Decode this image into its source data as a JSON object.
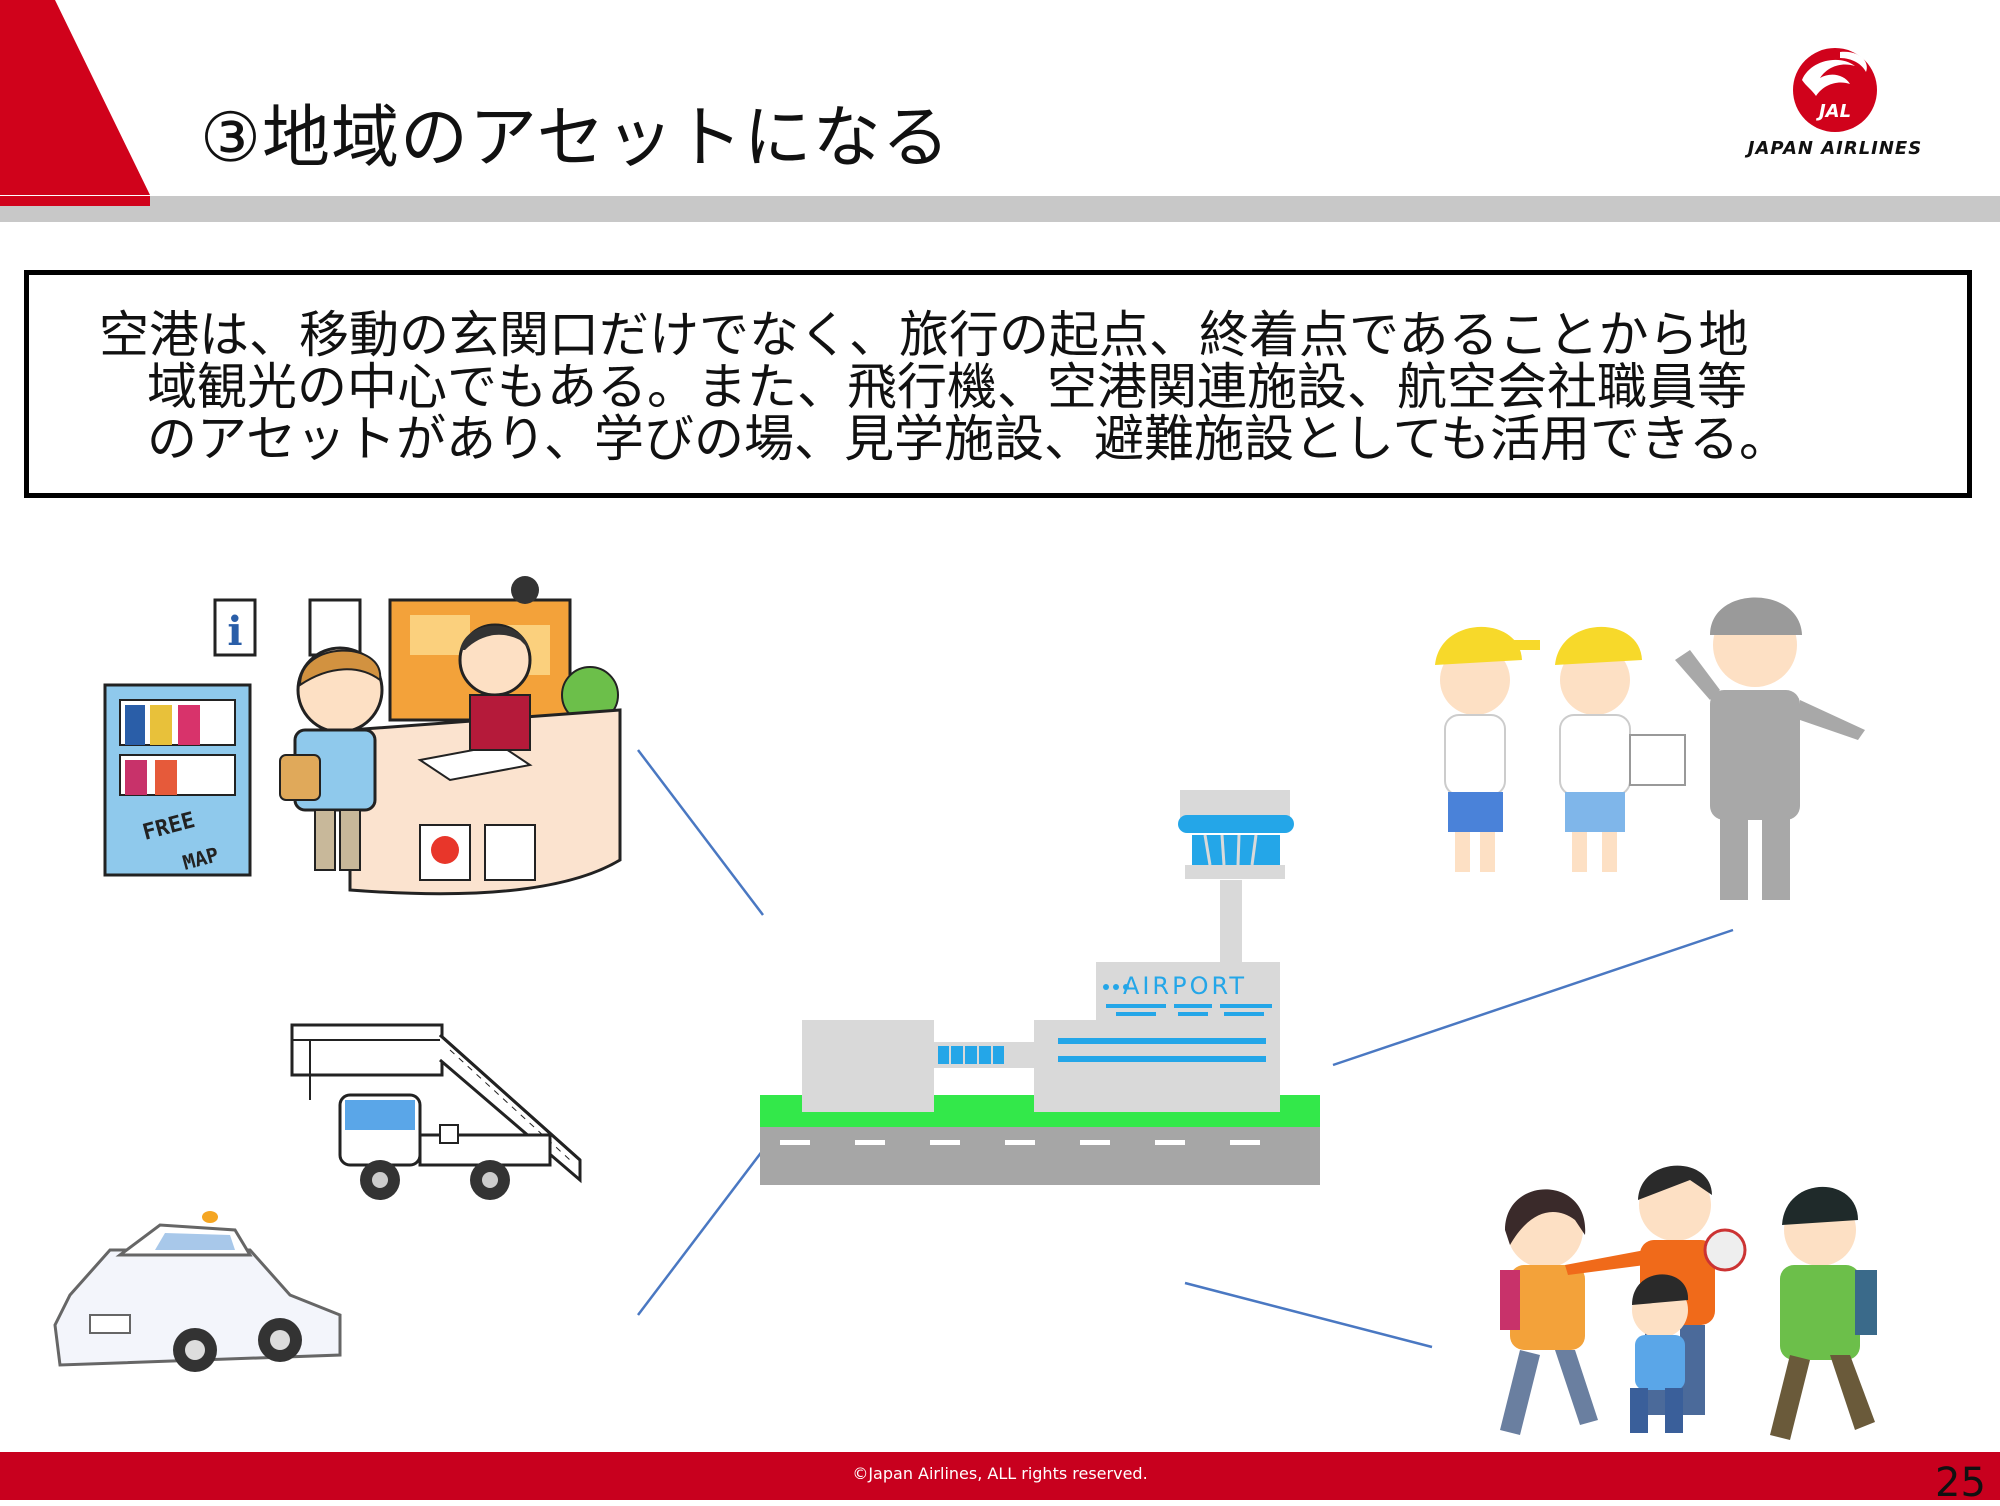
{
  "slide": {
    "title": "③地域のアセットになる",
    "description_lines": [
      "空港は、移動の玄関口だけでなく、旅行の起点、終着点であることから地",
      "域観光の中心でもある。また、飛行機、空港関連施設、航空会社職員等",
      "のアセットがあり、学びの場、見学施設、避難施設としても活用できる。"
    ]
  },
  "brand": {
    "name": "JAPAN AIRLINES",
    "logo_text": "JAL",
    "accent_color": "#d0021b"
  },
  "illustrations": {
    "airport_sign": "AIRPORT",
    "info_sign": "i",
    "free_map_sign": [
      "FREE",
      "MAP"
    ]
  },
  "footer": {
    "copyright": "©Japan Airlines, ALL rights reserved.",
    "page_number": "25"
  }
}
